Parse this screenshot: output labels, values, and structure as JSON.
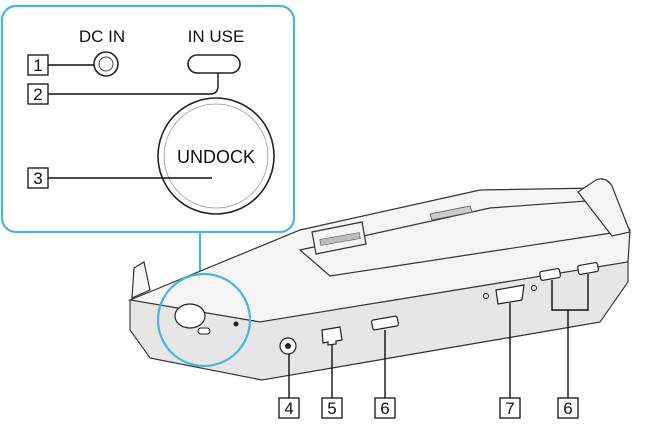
{
  "labels": {
    "dc_in": "DC IN",
    "in_use": "IN USE",
    "undock": "UNDOCK"
  },
  "callouts": [
    "1",
    "2",
    "3",
    "4",
    "5",
    "6",
    "7",
    "6"
  ]
}
